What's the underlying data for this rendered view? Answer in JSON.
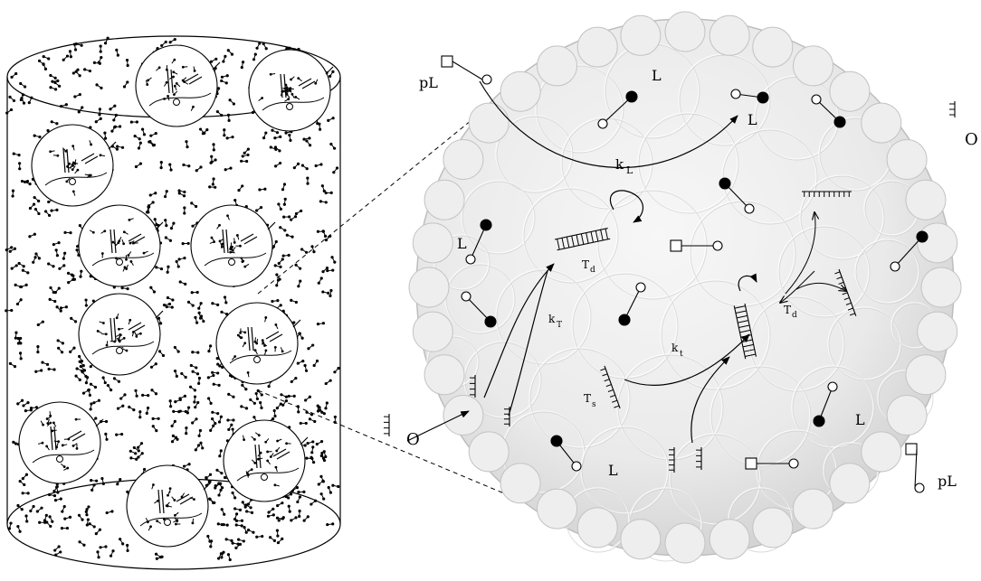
{
  "labels": {
    "pL": "pL",
    "L": "L",
    "O": "O",
    "kL_main": "k",
    "kL_sub": "L",
    "kT_main": "k",
    "kT_sub": "T",
    "kt_main": "k",
    "kt_sub": "t",
    "Td_main": "T",
    "Td_sub": "d",
    "Ts_main": "T",
    "Ts_sub": "s"
  },
  "colors": {
    "sphere_fill": "#ececec",
    "sphere_edge": "#c8c8c8",
    "ink": "#000000",
    "background": "#ffffff"
  },
  "icons": {
    "filled_ligand": "ligand-filled-icon",
    "open_ligand": "ligand-open-icon",
    "protected_ligand": "protected-ligand-icon",
    "template": "template-comb-icon",
    "duplex": "duplex-ladder-icon"
  }
}
